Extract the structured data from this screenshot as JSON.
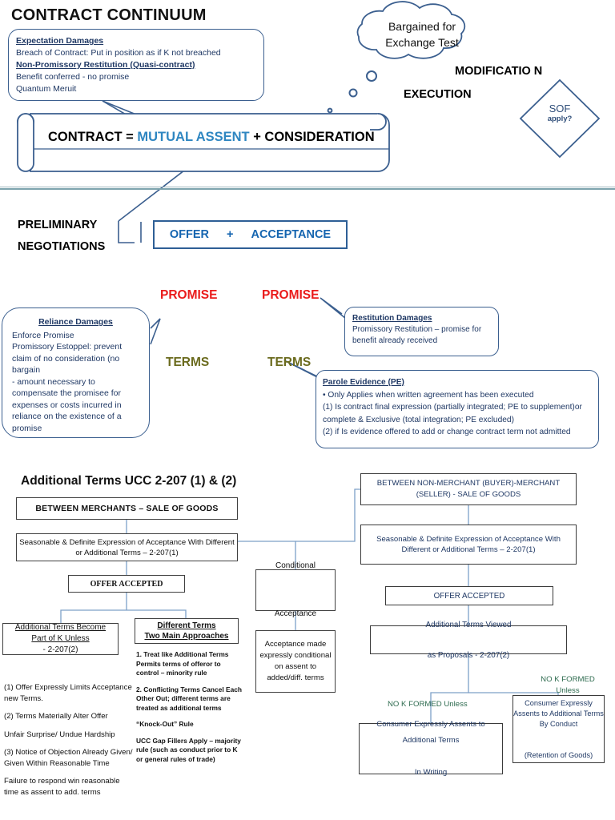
{
  "titles": {
    "continuum": "CONTRACT CONTINUUM",
    "ucc": "Additional Terms UCC 2-207 (1) & (2)"
  },
  "colors": {
    "blue_text": "#1F3864",
    "accent_blue": "#2E86C1",
    "promise_red": "#EA1B1B",
    "terms_olive": "#6B6B1E",
    "green": "#2E6B4F",
    "box_border": "#3b5f8f",
    "divider": "#7da3ad"
  },
  "callouts": {
    "expectation": {
      "heading1": "Expectation Damages",
      "line1": "Breach of Contract: Put in position as if K not breached",
      "heading2": "Non-Promissory Restitution (Quasi-contract)",
      "line2": "Benefit conferred  - no promise",
      "line3": "Quantum Meruit"
    },
    "reliance": {
      "heading": "Reliance Damages",
      "line1": "Enforce Promise",
      "line2": "Promissory Estoppel: prevent claim of no consideration (no bargain",
      "line3": "- amount necessary to compensate the promisee for expenses or costs incurred in reliance on the existence of a promise"
    },
    "restitution": {
      "heading": "Restitution  Damages",
      "line1": "Promissory Restitution – promise for benefit already received"
    },
    "parole": {
      "heading": "Parole Evidence (PE)",
      "line1": "• Only Applies when written agreement has been executed",
      "line2": "(1) Is contract final expression (partially integrated; PE to supplement)or complete & Exclusive (total integration; PE excluded)",
      "line3": "(2) if Is evidence offered to add or change contract term not admitted"
    }
  },
  "scroll": {
    "prefix": "CONTRACT = ",
    "mutual_assent": "MUTUAL ASSENT",
    "suffix": "  +  CONSIDERATION"
  },
  "cloud": {
    "text": "Bargained for Exchange Test"
  },
  "diamond": {
    "main": "SOF",
    "sub": "apply?"
  },
  "labels": {
    "modification": "MODIFICATIO N",
    "execution": "EXECUTION",
    "preliminary": "PRELIMINARY NEGOTIATIONS",
    "promise_left": "PROMISE",
    "promise_right": "PROMISE",
    "terms_left": "TERMS",
    "terms_right": "TERMS"
  },
  "offer_acceptance": {
    "offer": "OFFER",
    "plus": "+",
    "acceptance": "ACCEPTANCE"
  },
  "flow_left": {
    "merchants": "BETWEEN MERCHANTS – SALE OF GOODS",
    "seasonable": "Seasonable & Definite Expression of Acceptance With Different or Additional Terms – 2-207(1)",
    "offer_accepted": "OFFER ACCEPTED",
    "additional_terms_head1": "Additional Terms Become",
    "additional_terms_head2": "Part of K Unless",
    "additional_terms_ref": " - 2-207(2)",
    "different_terms_head1": "Different Terms",
    "different_terms_head2": "Two Main Approaches",
    "conditional1": "Conditional",
    "conditional2": "Acceptance",
    "acceptance_made": "Acceptance made expressly conditional on assent to added/diff. terms",
    "notes": [
      "(1) Offer Expressly Limits Acceptance new Terms.",
      "(2) Terms Materially Alter Offer",
      "Unfair Surprise/ Undue Hardship",
      "(3) Notice of Objection Already Given/ Given Within Reasonable Time",
      " Failure to respond win reasonable time as assent to add. terms"
    ],
    "approaches": [
      "1. Treat like Additional Terms Permits terms of offeror to control – minority rule",
      "2. Conflicting Terms Cancel Each Other Out; different terms are treated as additional terms",
      "“Knock-Out” Rule",
      "UCC Gap Fillers Apply – majority rule (such as conduct prior to K or general rules of trade)"
    ]
  },
  "flow_right": {
    "nonmerchant": "BETWEEN NON-MERCHANT (BUYER)-MERCHANT (SELLER) - SALE OF GOODS",
    "seasonable": "Seasonable & Definite Expression of Acceptance With Different or Additional Terms – 2-207(1)",
    "offer_accepted": "OFFER ACCEPTED",
    "proposals1": "Additional Terms Viewed",
    "proposals2": "as Proposals -  2-207(2)",
    "no_k_formed_1": "NO K FORMED Unless",
    "no_k_formed_2": "NO K FORMED Unless",
    "consumer_writing1": "Consumer Expressly Assents to Additional Terms",
    "consumer_writing2": "In Writing",
    "consumer_conduct1": "Consumer Expressly Assents to Additional Terms By Conduct",
    "consumer_conduct2": "(Retention of Goods)"
  }
}
